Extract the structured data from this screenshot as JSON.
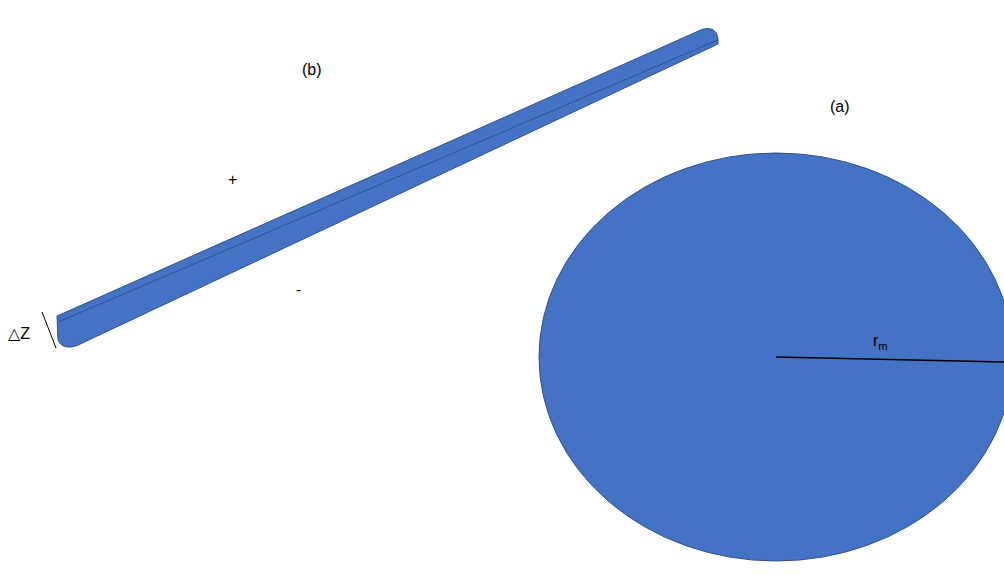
{
  "diagram": {
    "nodes": [
      {
        "text": [
          "(a)",
          "rm"
        ]
      }
    ],
    "labels": [
      "(b)",
      "+",
      "-",
      "△Z"
    ]
  }
}
